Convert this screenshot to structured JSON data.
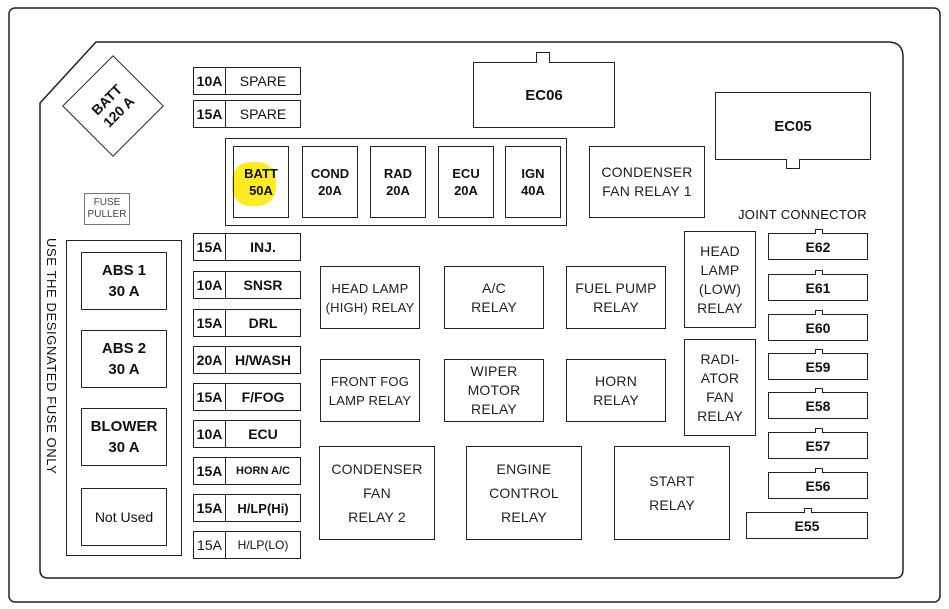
{
  "colors": {
    "line": "#222222",
    "highlight": "#ffe600",
    "background": "#ffffff"
  },
  "batt_main": "BATT\n120 A",
  "fuse_puller": "FUSE\nPULLER",
  "side_note": "USE THE DESIGNATED FUSE ONLY",
  "left_fuses": [
    "ABS 1\n30 A",
    "ABS 2\n30 A",
    "BLOWER\n30 A",
    "Not Used"
  ],
  "spare_fuses": [
    {
      "amp": "10A",
      "label": "SPARE"
    },
    {
      "amp": "15A",
      "label": "SPARE"
    }
  ],
  "mini_fuses": [
    {
      "amp": "15A",
      "label": "INJ."
    },
    {
      "amp": "10A",
      "label": "SNSR"
    },
    {
      "amp": "15A",
      "label": "DRL"
    },
    {
      "amp": "20A",
      "label": "H/WASH"
    },
    {
      "amp": "15A",
      "label": "F/FOG"
    },
    {
      "amp": "10A",
      "label": "ECU"
    },
    {
      "amp": "15A",
      "label": "HORN A/C"
    },
    {
      "amp": "15A",
      "label": "H/LP(Hi)"
    },
    {
      "amp": "15A",
      "label": "H/LP(LO)"
    }
  ],
  "maxi_fuses": [
    "BATT\n50A",
    "COND\n20A",
    "RAD\n20A",
    "ECU\n20A",
    "IGN\n40A"
  ],
  "connectors": {
    "ec06": "EC06",
    "ec05": "EC05"
  },
  "relays": {
    "condenser_fan_1": "CONDENSER\nFAN RELAY 1",
    "head_lamp_high": "HEAD LAMP\n(HIGH) RELAY",
    "ac": "A/C\nRELAY",
    "fuel_pump": "FUEL PUMP\nRELAY",
    "head_lamp_low": "HEAD\nLAMP\n(LOW)\nRELAY",
    "front_fog": "FRONT FOG\nLAMP RELAY",
    "wiper_motor": "WIPER\nMOTOR\nRELAY",
    "horn": "HORN\nRELAY",
    "radiator_fan": "RADI-\nATOR\nFAN\nRELAY",
    "condenser_fan_2": "CONDENSER\nFAN\nRELAY 2",
    "engine_control": "ENGINE\nCONTROL\nRELAY",
    "start": "START\nRELAY"
  },
  "joint_connector": {
    "title": "JOINT CONNECTOR",
    "items": [
      "E62",
      "E61",
      "E60",
      "E59",
      "E58",
      "E57",
      "E56",
      "E55"
    ]
  }
}
